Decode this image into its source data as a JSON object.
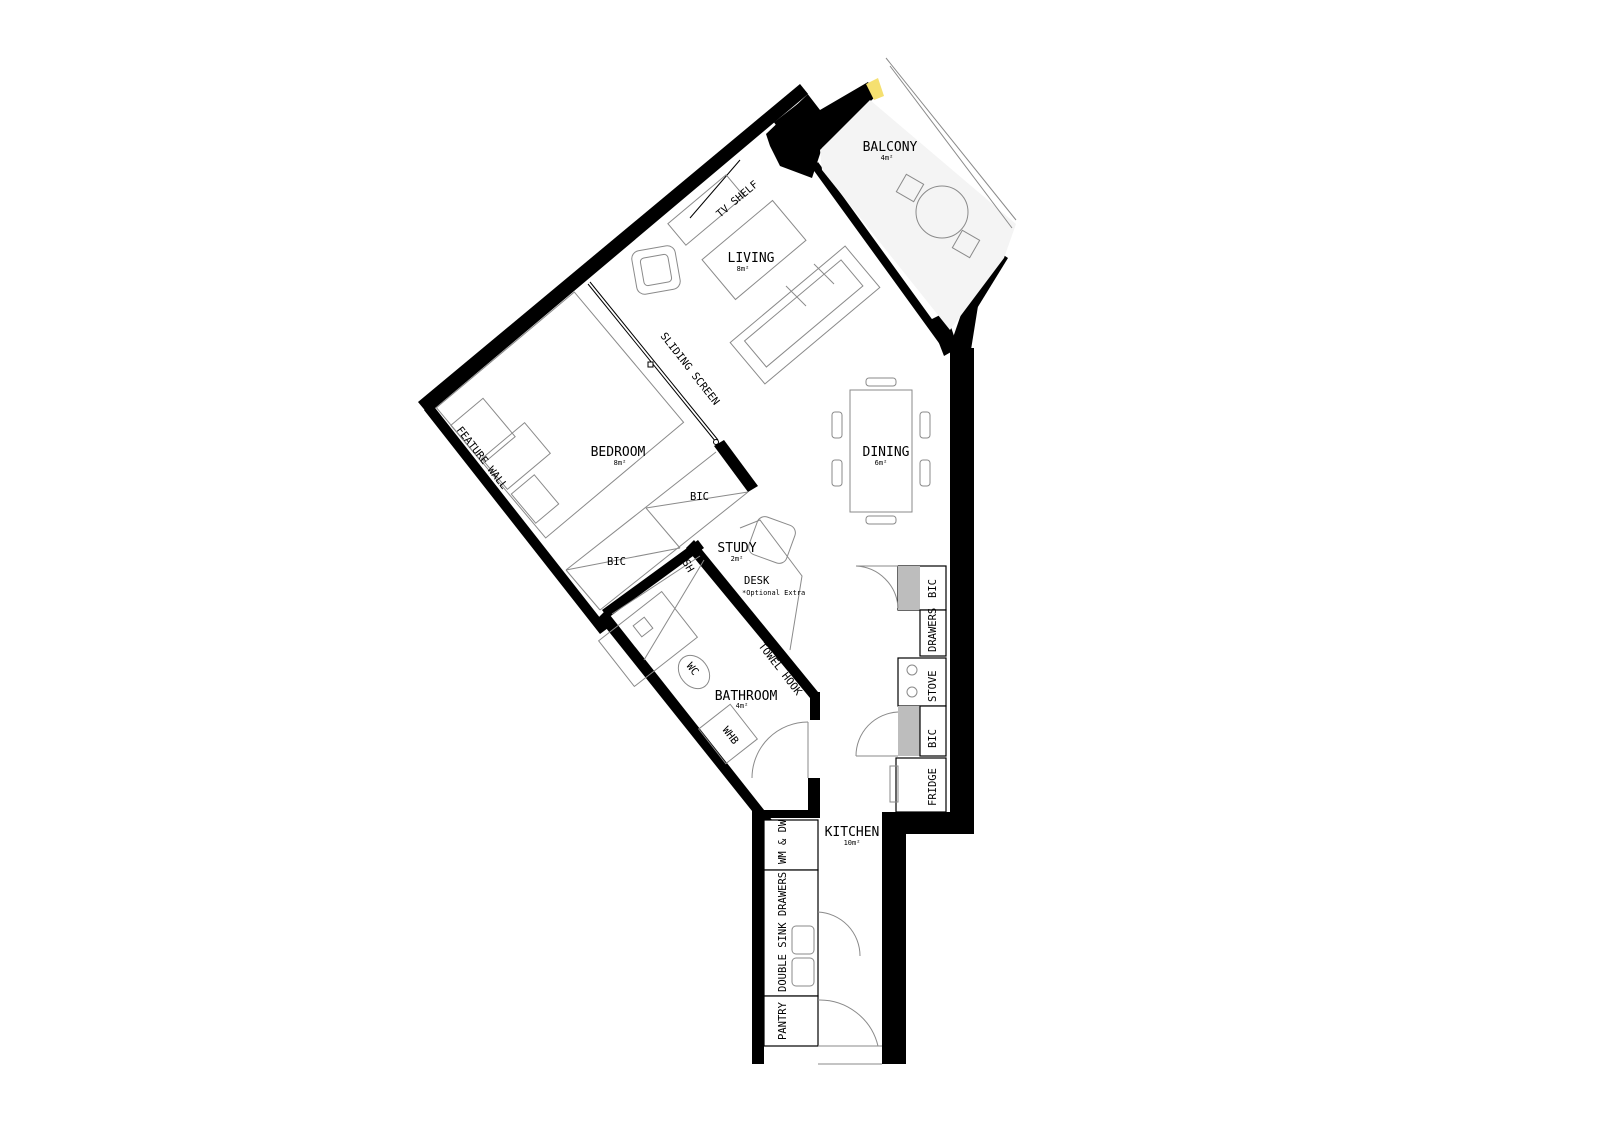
{
  "rooms": {
    "balcony": {
      "name": "BALCONY",
      "area": "4m²"
    },
    "living": {
      "name": "LIVING",
      "area": "8m²"
    },
    "bedroom": {
      "name": "BEDROOM",
      "area": "8m²"
    },
    "dining": {
      "name": "DINING",
      "area": "6m²"
    },
    "study": {
      "name": "STUDY",
      "area": "2m²"
    },
    "bathroom": {
      "name": "BATHROOM",
      "area": "4m²"
    },
    "kitchen": {
      "name": "KITCHEN",
      "area": "10m²"
    }
  },
  "labels": {
    "tv_shelf": "TV SHELF",
    "sliding_screen": "SLIDING SCREEN",
    "feature_wall": "FEATURE WALL",
    "bic": "BIC",
    "sh": "SH",
    "desk": "DESK",
    "optional_extra": "*Optional Extra",
    "towel_hook": "TOWEL HOOK",
    "wc": "WC",
    "whb": "WHB",
    "drawers": "DRAWERS",
    "stove": "STOVE",
    "fridge": "FRIDGE",
    "wm_dw": "WM & DW",
    "double_sink_drawers": "DOUBLE SINK DRAWERS",
    "pantry": "PANTRY"
  },
  "colors": {
    "wall": "#000000",
    "cabinet_fill": "#bdbdbd",
    "accent": "#f5e070"
  }
}
